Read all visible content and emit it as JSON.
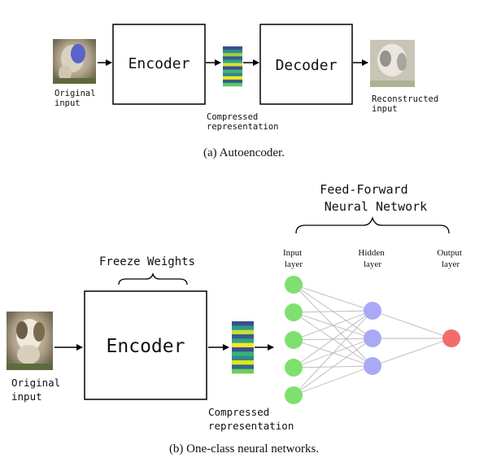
{
  "panel_a": {
    "input_label": [
      "Original",
      "input"
    ],
    "encoder_label": "Encoder",
    "code_label": [
      "Compressed",
      "representation"
    ],
    "decoder_label": "Decoder",
    "output_label": [
      "Reconstructed",
      "input"
    ],
    "caption": "(a) Autoencoder."
  },
  "panel_b": {
    "input_label": [
      "Original",
      "input"
    ],
    "freeze_label": "Freeze Weights",
    "encoder_label": "Encoder",
    "code_label": [
      "Compressed",
      "representation"
    ],
    "network_title": [
      "Feed-Forward",
      "Neural Network"
    ],
    "layer_labels": {
      "input": [
        "Input",
        "layer"
      ],
      "hidden": [
        "Hidden",
        "layer"
      ],
      "output": [
        "Output",
        "layer"
      ]
    },
    "layer_sizes": {
      "input": 5,
      "hidden": 3,
      "output": 1
    },
    "caption": "(b) One-class neural networks."
  },
  "colors": {
    "input_node": "#7ee06e",
    "hidden_node": "#a9a9f5",
    "output_node": "#f36b6b",
    "code_cells_a": [
      "#3d4d8a",
      "#2b8c8c",
      "#9fd040",
      "#3b5a8e",
      "#2fa586",
      "#d6e331",
      "#3e4e8e",
      "#44b27a",
      "#2c8a8c",
      "#fde725",
      "#335f8d",
      "#5ec962"
    ],
    "code_cells_b": [
      "#3b4f8a",
      "#2a9b8a",
      "#c9dd36",
      "#3a5d8d",
      "#2ea487",
      "#fde725",
      "#3c508b",
      "#38b07a",
      "#2c8a8c",
      "#e3e418",
      "#31688e",
      "#6ccd5a"
    ]
  }
}
